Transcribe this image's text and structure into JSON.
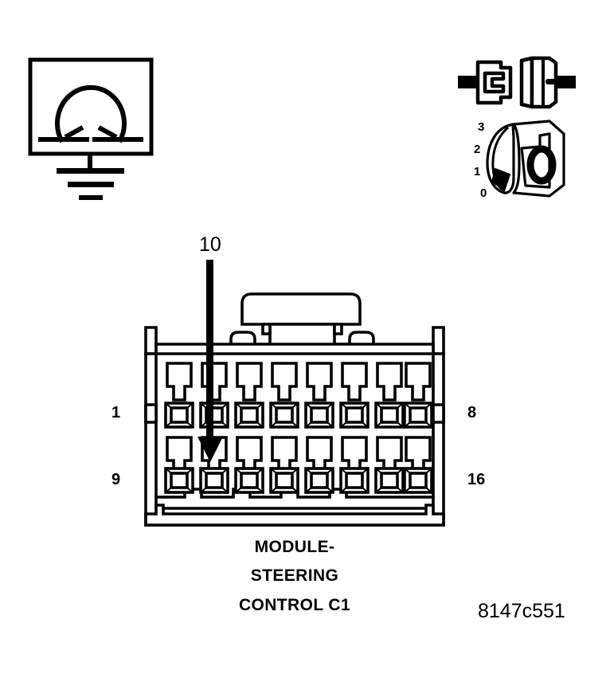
{
  "figure": {
    "reference_number": "8147c551",
    "caption_lines": [
      "MODULE-",
      "STEERING",
      "CONTROL C1"
    ]
  },
  "callout": {
    "label": "10",
    "description": "arrow pointing to cavity 10"
  },
  "connector": {
    "name": "MODULE-STEERING CONTROL C1",
    "cavity_count": 16,
    "rows": 2,
    "columns": 8,
    "row_labels": {
      "top_left": "1",
      "top_right": "8",
      "bottom_left": "9",
      "bottom_right": "16"
    }
  },
  "symbols": {
    "ground": {
      "name": "ground-symbol",
      "glyph": "omega-over-ground"
    },
    "inline_connector": {
      "name": "inline-connector-icon"
    },
    "terminal_gauge": {
      "name": "terminal-gauge-icon",
      "scale_labels": [
        "3",
        "2",
        "1",
        "0"
      ],
      "size_label": "0"
    }
  },
  "colors": {
    "ink": "#000000",
    "paper": "#ffffff"
  }
}
